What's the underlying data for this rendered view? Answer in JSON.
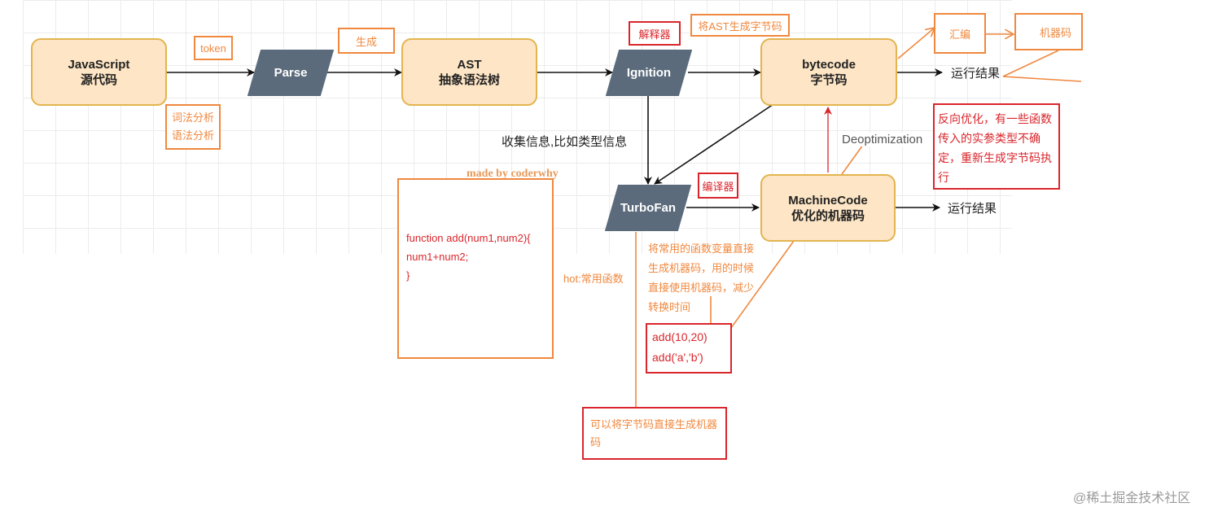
{
  "nodes": {
    "javascript": {
      "line1": "JavaScript",
      "line2": "源代码"
    },
    "ast": {
      "line1": "AST",
      "line2": "抽象语法树"
    },
    "bytecode": {
      "line1": "bytecode",
      "line2": "字节码"
    },
    "machinecode": {
      "line1": "MachineCode",
      "line2": "优化的机器码"
    },
    "parse": "Parse",
    "ignition": "Ignition",
    "turbofan": "TurboFan"
  },
  "labels": {
    "token": "token",
    "lexical": "词法分析",
    "syntax": "语法分析",
    "generate": "生成",
    "interpreter": "解释器",
    "ast_to_bytecode": "将AST生成字节码",
    "assembly": "汇编",
    "machine_code": "机器码",
    "run_result_1": "运行结果",
    "run_result_2": "运行结果",
    "collect_info": "收集信息,比如类型信息",
    "compiler": "编译器",
    "deoptimization": "Deoptimization",
    "deopt_note": [
      "反向优化，有一些函数",
      "传入的实参类型不确",
      "定，重新生成字节码执",
      "行"
    ],
    "made_by": "made by coderwhy",
    "hot": "hot:常用函数",
    "turbofan_note": [
      "将常用的函数变量直接",
      "生成机器码，用的时候",
      "直接使用机器码，减少",
      "转换时间"
    ],
    "bottom_note": [
      "可以将字节码直接生成机器",
      "码"
    ],
    "watermark": "@稀土掘金技术社区"
  },
  "code": {
    "lines": [
      "function add(num1,num2){",
      "num1+num2;",
      "}"
    ]
  },
  "calls": {
    "lines": [
      "add(10,20)",
      "add('a','b')"
    ]
  },
  "colors": {
    "node_fill": "#fde5c5",
    "node_border": "#e3b44f",
    "parallelogram": "#5b6b7c",
    "annotation_orange": "#f0883e",
    "annotation_red": "#d9262c"
  }
}
